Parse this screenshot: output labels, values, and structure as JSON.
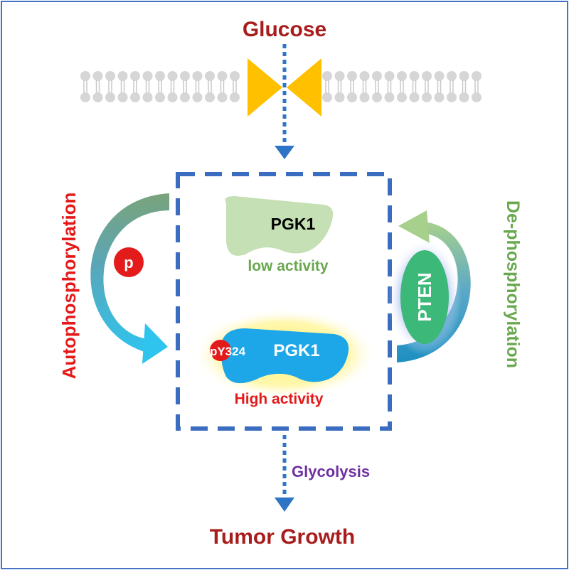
{
  "labels": {
    "glucose": "Glucose",
    "pgk1_low": "PGK1",
    "low_activity": "low activity",
    "pgk1_high": "PGK1",
    "py324": "pY324",
    "high_activity": "High activity",
    "autophosphorylation": "Autophosphorylation",
    "p_badge": "p",
    "dephosphorylation": "De-phosphorylation",
    "pten": "PTEN",
    "glycolysis": "Glycolysis",
    "tumor_growth": "Tumor Growth"
  },
  "colors": {
    "dark_red": "#a81c1c",
    "red": "#e41a1a",
    "green_text": "#6aa84f",
    "purple": "#7030a0",
    "blue_dash": "#3a6cc0",
    "channel": "#ffc000",
    "pgk1_low_fill": "#c5e0b4",
    "pgk1_high_fill": "#1ea7e8",
    "pten_fill": "#3cb878",
    "frame_border": "#4472c4"
  }
}
